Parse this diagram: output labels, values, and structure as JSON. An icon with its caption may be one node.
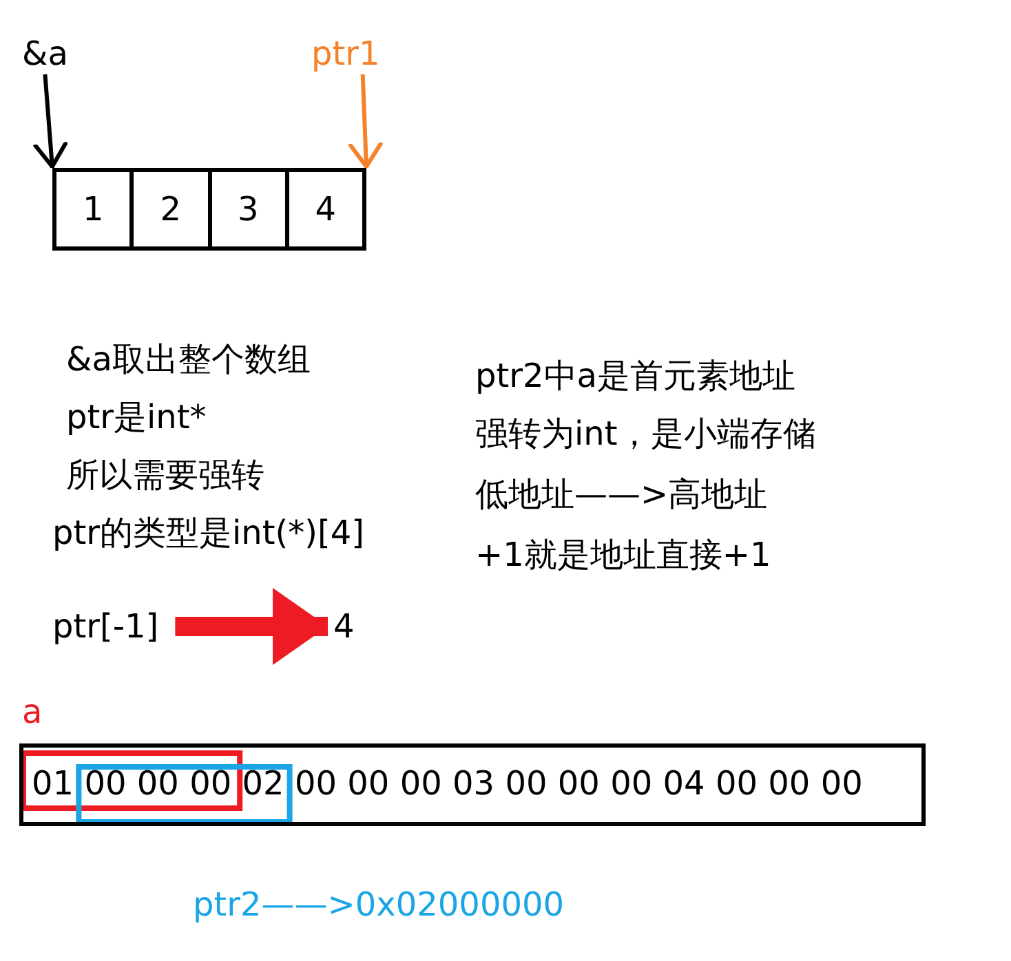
{
  "diagram": {
    "nodes": [
      {
        "text": [
          "&a"
        ]
      },
      {
        "text": [],
        "shape": "box"
      },
      {
        "text": [
          "1"
        ],
        "in": 1
      },
      {
        "text": [
          "2"
        ],
        "in": 1
      },
      {
        "text": [
          "3"
        ],
        "in": 1
      },
      {
        "text": [
          "4"
        ],
        "in": 1
      },
      {
        "text": [
          "ptr1"
        ]
      },
      {
        "text": [
          "ptr[-1]"
        ]
      },
      {
        "text": [
          "4"
        ]
      },
      {
        "text": [
          "01 00 00 00 02 00 00 00 03 00 00 00 04 00 00 00"
        ],
        "beside": [
          "a"
        ]
      }
    ],
    "edges": [
      {
        "from": 0,
        "to": 1,
        "arrow": "to"
      },
      {
        "from": 6,
        "to": 1,
        "arrow": "to",
        "color": "#f5822a"
      },
      {
        "from": 7,
        "to": 8,
        "arrow": "to",
        "style": "thick",
        "color": "#ed1c24"
      }
    ],
    "labels": [
      "&a取出整个数组",
      "ptr是int*",
      "所以需要强转",
      "ptr的类型是int(*)[4]",
      "ptr2中a是首元素地址",
      "强转为int，是小端存储",
      "低地址——>高地址",
      "+1就是地址直接+1",
      "ptr2——>0x02000000"
    ]
  }
}
